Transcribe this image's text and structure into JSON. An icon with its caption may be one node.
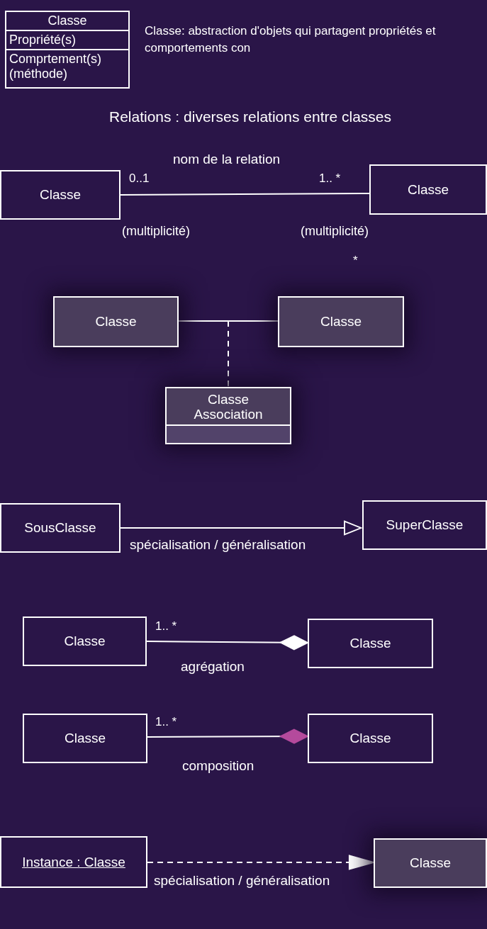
{
  "diagram": {
    "nodes": [
      {
        "text": [
          "Classe",
          "Propriété(s)",
          "Comprtement(s) (méthode)"
        ]
      },
      {
        "text": [
          "Classe"
        ]
      },
      {
        "text": [
          "Classe"
        ]
      },
      {
        "text": [
          "Classe"
        ]
      },
      {
        "text": [
          "Classe"
        ]
      },
      {
        "text": [
          "Classe Association"
        ]
      },
      {
        "text": [
          "SousClasse"
        ]
      },
      {
        "text": [
          "SuperClasse"
        ]
      },
      {
        "text": [
          "Classe"
        ]
      },
      {
        "text": [
          "Classe"
        ]
      },
      {
        "text": [
          "Classe"
        ]
      },
      {
        "text": [
          "Classe"
        ]
      },
      {
        "text": [
          "Instance : Classe"
        ]
      },
      {
        "text": [
          "Classe"
        ]
      }
    ],
    "edges": [
      {
        "from": 1,
        "to": 2,
        "arrow": "none",
        "label": "nom de la relation"
      },
      {
        "from": 3,
        "to": 4,
        "arrow": "none"
      },
      {
        "from": null,
        "to": 5,
        "arrow": "none",
        "style": "dashed"
      },
      {
        "from": 6,
        "to": 7,
        "arrow": "to",
        "label": "spécialisation / généralisation"
      },
      {
        "from": 8,
        "to": 9,
        "arrow": "other",
        "label": "agrégation"
      },
      {
        "from": 10,
        "to": 11,
        "arrow": "other",
        "label": "composition"
      },
      {
        "from": 12,
        "to": 13,
        "arrow": "to",
        "style": "dashed",
        "label": "spécialisation / généralisation"
      }
    ],
    "labels": [
      "Classe: abstraction d'objets qui partagent propriétés et comportements con",
      "Relations : diverses relations entre classes",
      "0..1",
      "1.. *",
      "(multiplicité)",
      "(multiplicité)",
      "*",
      "1.. *",
      "1.. *"
    ]
  }
}
